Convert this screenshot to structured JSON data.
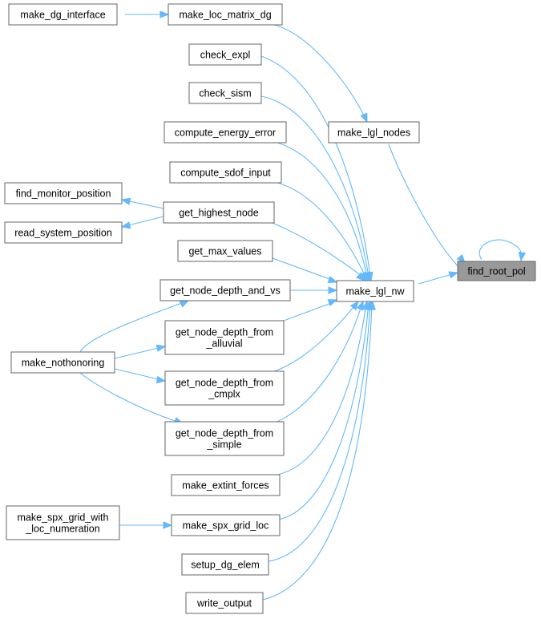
{
  "colors": {
    "edge": "#63b8ff",
    "node_border": "#666666",
    "highlight_fill": "#999999"
  },
  "nodes": {
    "make_dg_interface": [
      "make_dg_interface"
    ],
    "make_loc_matrix_dg": [
      "make_loc_matrix_dg"
    ],
    "check_expl": [
      "check_expl"
    ],
    "check_sism": [
      "check_sism"
    ],
    "compute_energy_error": [
      "compute_energy_error"
    ],
    "compute_sdof_input": [
      "compute_sdof_input"
    ],
    "find_monitor_position": [
      "find_monitor_position"
    ],
    "read_system_position": [
      "read_system_position"
    ],
    "get_highest_node": [
      "get_highest_node"
    ],
    "get_max_values": [
      "get_max_values"
    ],
    "get_node_depth_and_vs": [
      "get_node_depth_and_vs"
    ],
    "make_nothonoring": [
      "make_nothonoring"
    ],
    "get_node_depth_from_alluvial": [
      "get_node_depth_from",
      "_alluvial"
    ],
    "get_node_depth_from_cmplx": [
      "get_node_depth_from",
      "_cmplx"
    ],
    "get_node_depth_from_simple": [
      "get_node_depth_from",
      "_simple"
    ],
    "make_extint_forces": [
      "make_extint_forces"
    ],
    "make_spx_grid_with_loc_numeration": [
      "make_spx_grid_with",
      "_loc_numeration"
    ],
    "make_spx_grid_loc": [
      "make_spx_grid_loc"
    ],
    "setup_dg_elem": [
      "setup_dg_elem"
    ],
    "write_output": [
      "write_output"
    ],
    "make_lgl_nodes": [
      "make_lgl_nodes"
    ],
    "make_lgl_nw": [
      "make_lgl_nw"
    ],
    "find_root_pol": [
      "find_root_pol"
    ]
  },
  "edges": [
    [
      "make_loc_matrix_dg",
      "make_dg_interface"
    ],
    [
      "make_lgl_nodes",
      "make_loc_matrix_dg"
    ],
    [
      "find_root_pol",
      "make_lgl_nodes"
    ],
    [
      "find_root_pol",
      "find_root_pol"
    ],
    [
      "find_root_pol",
      "make_lgl_nw"
    ],
    [
      "make_lgl_nw",
      "check_expl"
    ],
    [
      "make_lgl_nw",
      "check_sism"
    ],
    [
      "make_lgl_nw",
      "compute_energy_error"
    ],
    [
      "make_lgl_nw",
      "compute_sdof_input"
    ],
    [
      "make_lgl_nw",
      "get_highest_node"
    ],
    [
      "make_lgl_nw",
      "get_max_values"
    ],
    [
      "make_lgl_nw",
      "get_node_depth_and_vs"
    ],
    [
      "make_lgl_nw",
      "get_node_depth_from_alluvial"
    ],
    [
      "make_lgl_nw",
      "get_node_depth_from_cmplx"
    ],
    [
      "make_lgl_nw",
      "get_node_depth_from_simple"
    ],
    [
      "make_lgl_nw",
      "make_extint_forces"
    ],
    [
      "make_lgl_nw",
      "make_spx_grid_loc"
    ],
    [
      "make_lgl_nw",
      "setup_dg_elem"
    ],
    [
      "make_lgl_nw",
      "write_output"
    ],
    [
      "get_highest_node",
      "find_monitor_position"
    ],
    [
      "get_highest_node",
      "read_system_position"
    ],
    [
      "get_node_depth_and_vs",
      "make_nothonoring"
    ],
    [
      "get_node_depth_from_alluvial",
      "make_nothonoring"
    ],
    [
      "get_node_depth_from_cmplx",
      "make_nothonoring"
    ],
    [
      "get_node_depth_from_simple",
      "make_nothonoring"
    ],
    [
      "make_spx_grid_loc",
      "make_spx_grid_with_loc_numeration"
    ]
  ]
}
